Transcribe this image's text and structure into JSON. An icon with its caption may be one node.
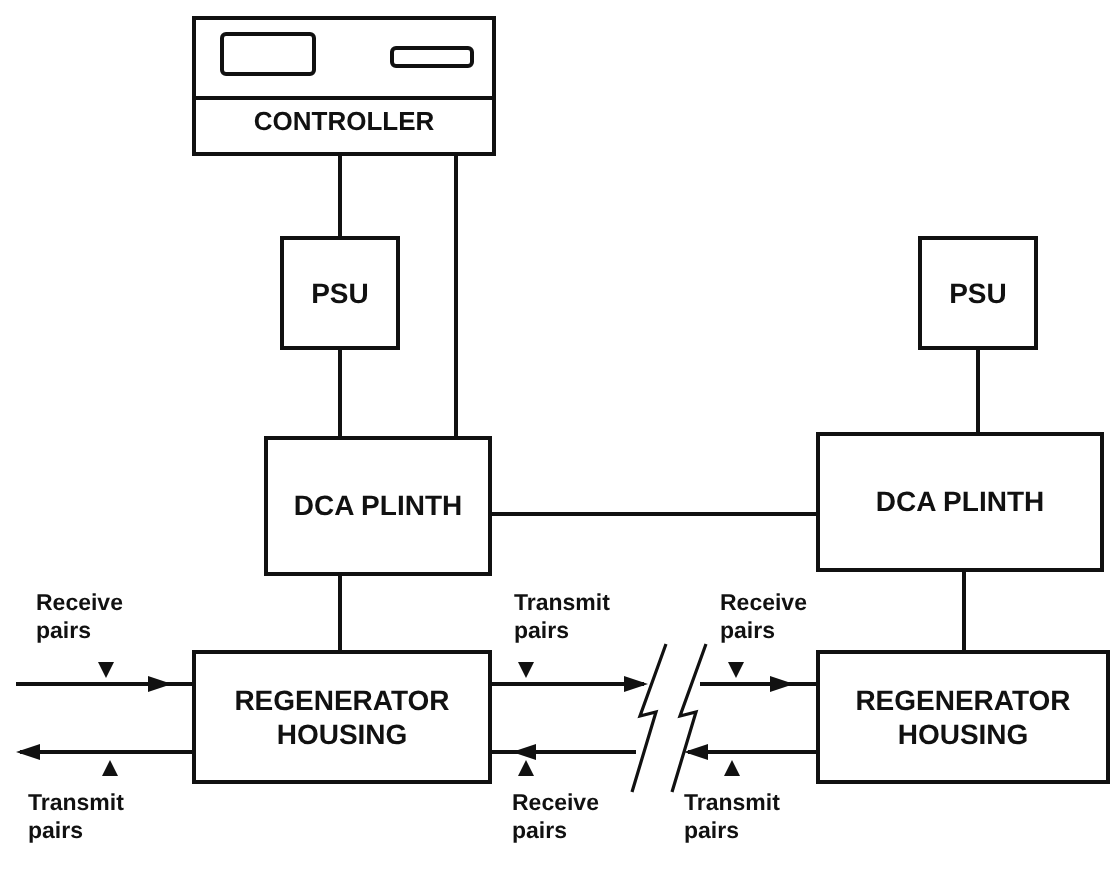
{
  "diagram": {
    "nodes": [
      {
        "text": [
          "CONTROLLER"
        ]
      },
      {
        "text": [
          "PSU"
        ]
      },
      {
        "text": [
          "PSU"
        ]
      },
      {
        "text": [
          "DCA PLINTH"
        ]
      },
      {
        "text": [
          "DCA PLINTH"
        ]
      },
      {
        "text": [
          "REGENERATOR HOUSING"
        ]
      },
      {
        "text": [
          "REGENERATOR HOUSING"
        ]
      }
    ],
    "edges": [
      {
        "from": 0,
        "to": 1,
        "arrow": "none"
      },
      {
        "from": 0,
        "to": 3,
        "arrow": "none"
      },
      {
        "from": 1,
        "to": 3,
        "arrow": "none"
      },
      {
        "from": 3,
        "to": 4,
        "arrow": "none"
      },
      {
        "from": 2,
        "to": 4,
        "arrow": "none"
      },
      {
        "from": 3,
        "to": 5,
        "arrow": "none"
      },
      {
        "from": 4,
        "to": 6,
        "arrow": "none"
      },
      {
        "from": null,
        "to": 5,
        "arrow": "to",
        "label": "Receive pairs"
      },
      {
        "from": 5,
        "to": null,
        "arrow": "to",
        "label": "Transmit pairs"
      },
      {
        "from": 5,
        "to": null,
        "arrow": "to",
        "label": "Transmit pairs"
      },
      {
        "from": null,
        "to": 5,
        "arrow": "to",
        "label": "Receive pairs"
      },
      {
        "from": null,
        "to": 6,
        "arrow": "to",
        "label": "Receive pairs"
      },
      {
        "from": 6,
        "to": null,
        "arrow": "to",
        "label": "Transmit pairs"
      }
    ]
  }
}
